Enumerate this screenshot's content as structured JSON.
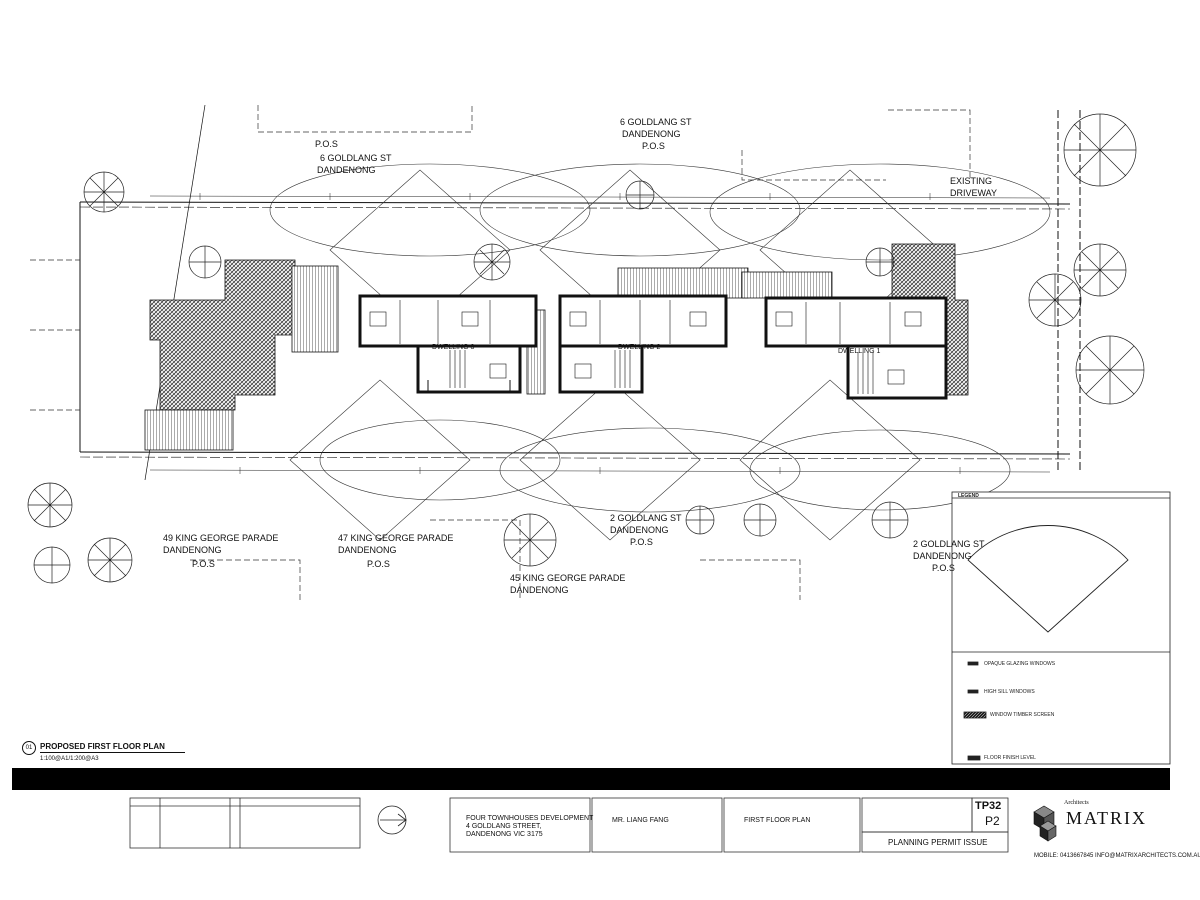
{
  "site_labels": {
    "pos_top_left": "P.O.S",
    "goldlang_top_left": "6 GOLDLANG ST",
    "dandenong_top_left": "DANDENONG",
    "goldlang_top_mid": "6 GOLDLANG ST",
    "dandenong_top_mid": "DANDENONG",
    "pos_top_mid": "P.O.S",
    "existing": "EXISTING",
    "driveway": "DRIVEWAY",
    "king49": "49 KING GEORGE PARADE",
    "king49_city": "DANDENONG",
    "king49_pos": "P.O.S",
    "king47": "47 KING GEORGE PARADE",
    "king47_city": "DANDENONG",
    "king47_pos": "P.O.S",
    "king45": "45 KING GEORGE PARADE",
    "king45_city": "DANDENONG",
    "goldlang2_mid": "2 GOLDLANG ST",
    "goldlang2_mid_city": "DANDENONG",
    "goldlang2_mid_pos": "P.O.S",
    "goldlang2_right": "2 GOLDLANG ST",
    "goldlang2_right_city": "DANDENONG",
    "goldlang2_right_pos": "P.O.S"
  },
  "dwellings": [
    "DWELLING 3",
    "DWELLING 2",
    "DWELLING 1"
  ],
  "plan_title": {
    "number": "01",
    "name": "PROPOSED FIRST FLOOR PLAN",
    "scale": "1:100@A1/1:200@A3"
  },
  "legend": {
    "title": "LEGEND",
    "items": [
      "OPAQUE GLAZING WINDOWS",
      "HIGH SILL WINDOWS",
      "WINDOW TIMBER SCREEN",
      "FLOOR FINISH LEVEL"
    ]
  },
  "title_block": {
    "project_lines": [
      "FOUR TOWNHOUSES DEVELOPMENT",
      "4 GOLDLANG STREET,",
      "DANDENONG VIC 3175"
    ],
    "client": "MR. LIANG FANG",
    "drawing_title": "FIRST FLOOR PLAN",
    "drawing_no": "TP32",
    "revision": "P2",
    "issue": "PLANNING PERMIT ISSUE",
    "firm_word": "MATRIX",
    "firm_prefix": "Architects",
    "contact": "MOBILE: 0413667845  INFO@MATRIXARCHITECTS.COM.AU"
  },
  "colors": {
    "ink": "#111111",
    "hatch": "#555555",
    "strip": "#000000"
  }
}
